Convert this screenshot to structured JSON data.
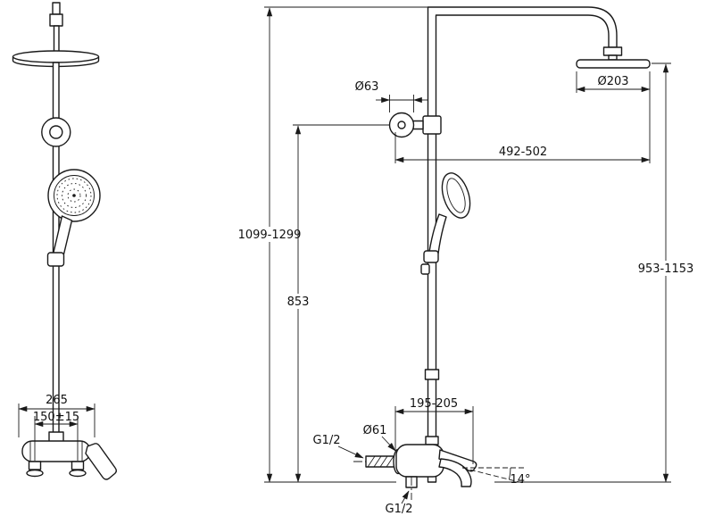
{
  "page": {
    "background": "#ffffff",
    "line_color": "#1a1a1a"
  },
  "drawing": {
    "front_view": "shower-column-front-view",
    "side_view": "shower-column-side-view"
  },
  "dims": {
    "flange_diameter": "Ø63",
    "head_diameter": "Ø203",
    "head_reach": "492-502",
    "overall_height": "1099-1299",
    "riser_height": "953-1153",
    "bar_height": "853",
    "mixer_width": "265",
    "supply_centers": "150±15",
    "spout_reach": "195-205",
    "escutcheon_diameter": "Ø61",
    "supply_thread": "G1/2",
    "outlet_thread": "G1/2",
    "spout_angle": "14°"
  }
}
